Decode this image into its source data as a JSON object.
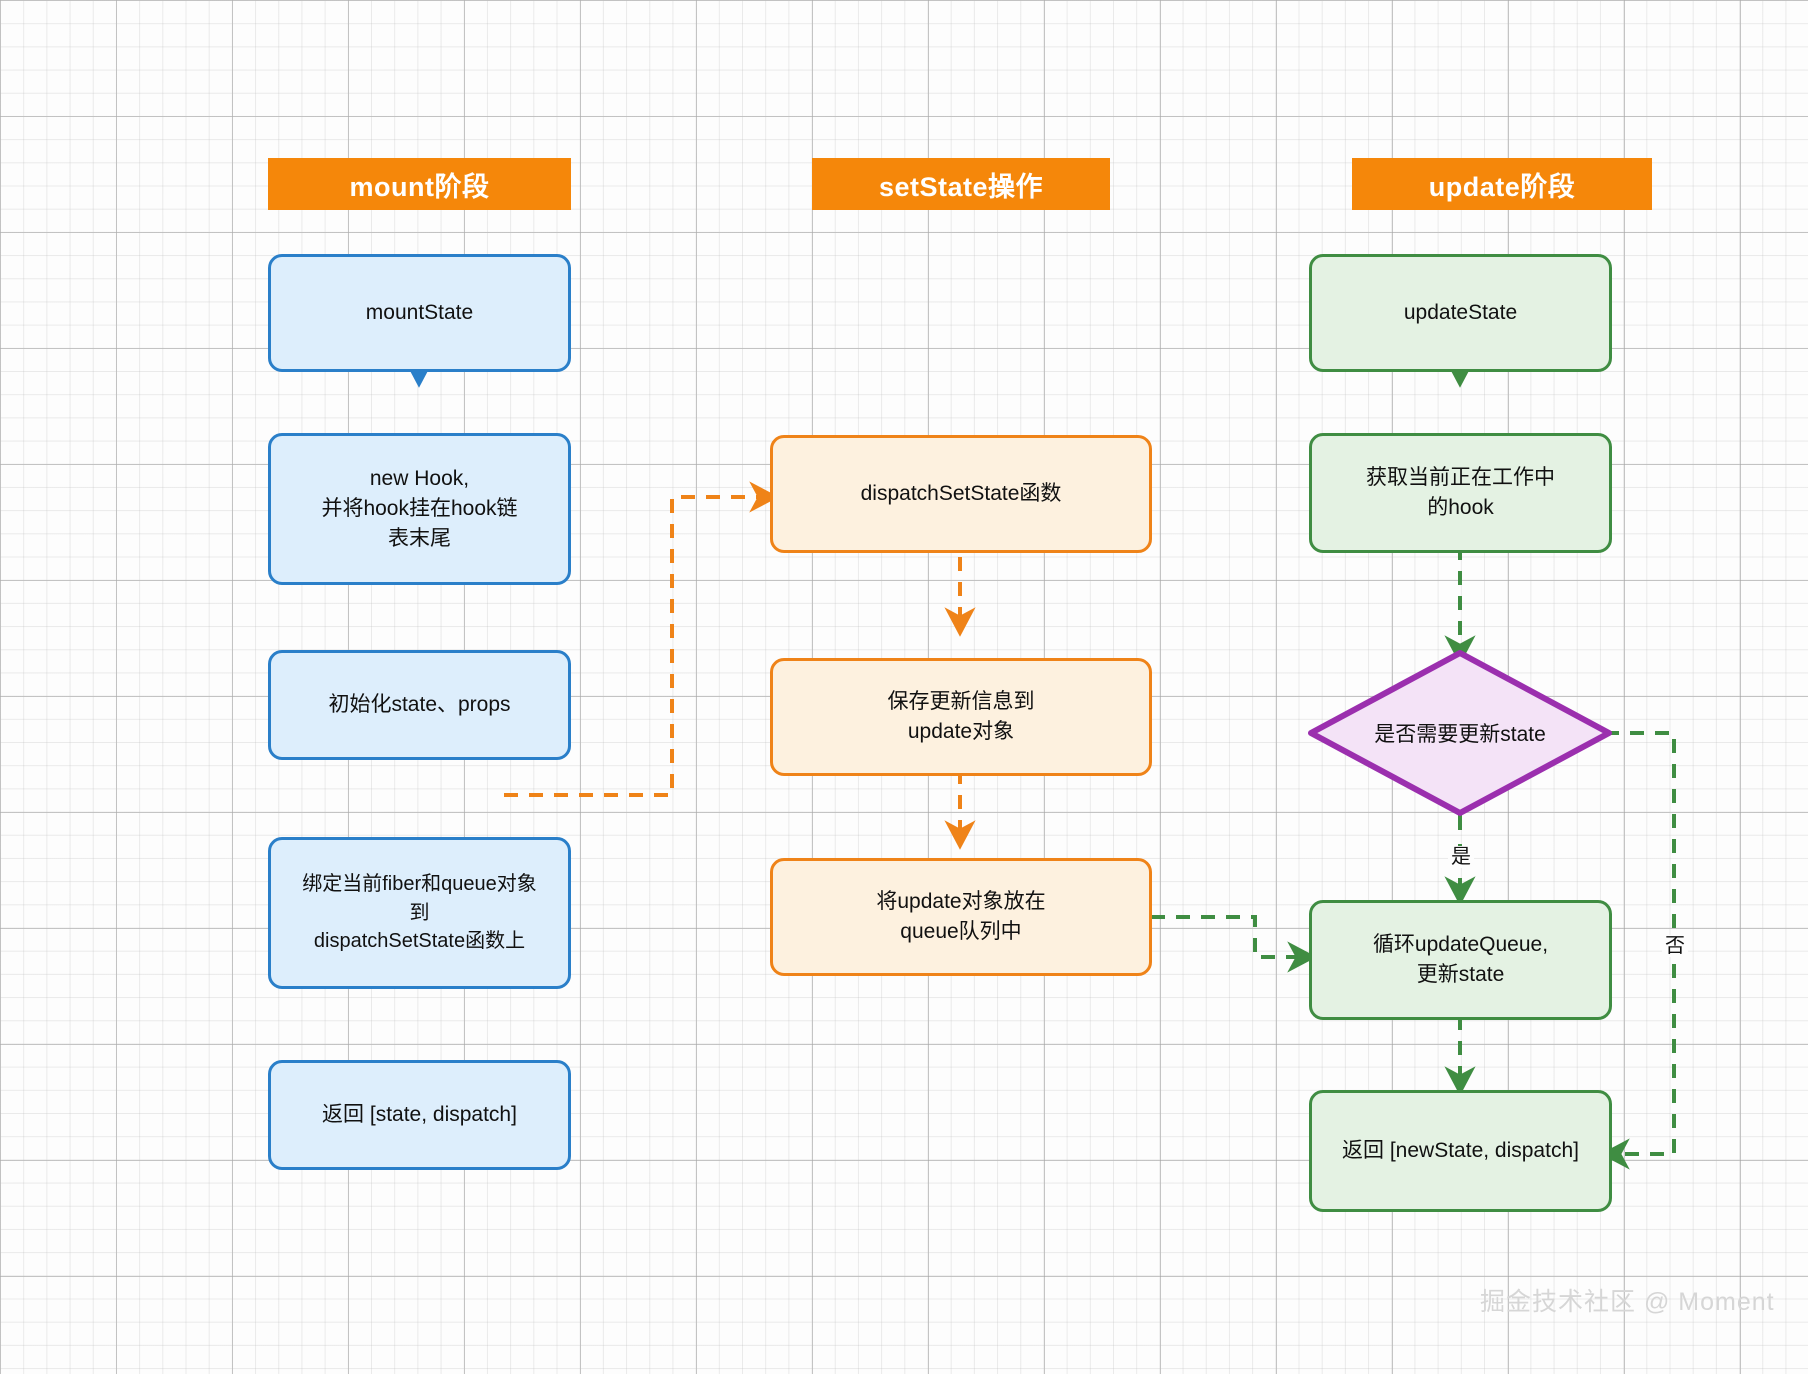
{
  "diagram": {
    "title": "React useState mount / setState / update flow",
    "background": "#fdfdfd",
    "colors": {
      "header_orange": "#f5870a",
      "blue_border": "#2a7fc9",
      "blue_fill": "#ddeefc",
      "orange_border": "#ef8318",
      "orange_fill": "#fdf1df",
      "green_border": "#3f8d42",
      "green_fill": "#e4f2e3",
      "purple_border": "#9b2fae",
      "purple_fill": "#f4e3f7",
      "text": "#111111",
      "watermark": "#d6d6d6"
    }
  },
  "columns": [
    {
      "id": "mount",
      "header": "mount阶段"
    },
    {
      "id": "setstate",
      "header": "setState操作"
    },
    {
      "id": "update",
      "header": "update阶段"
    }
  ],
  "nodes": {
    "mount": [
      {
        "id": "mount-state",
        "label": "mountState"
      },
      {
        "id": "new-hook",
        "label": "new Hook,\n并将hook挂在hook链\n表末尾"
      },
      {
        "id": "init-state-props",
        "label": "初始化state、props"
      },
      {
        "id": "bind-fiber-queue",
        "label": "绑定当前fiber和queue对象\n到\ndispatchSetState函数上"
      },
      {
        "id": "return-state",
        "label": "返回 [state, dispatch]"
      }
    ],
    "setstate": [
      {
        "id": "dispatch-setstate",
        "label": "dispatchSetState函数"
      },
      {
        "id": "save-update-info",
        "label": "保存更新信息到\nupdate对象"
      },
      {
        "id": "put-update-queue",
        "label": "将update对象放在\nqueue队列中"
      }
    ],
    "update": [
      {
        "id": "update-state",
        "label": "updateState"
      },
      {
        "id": "get-working-hook",
        "label": "获取当前正在工作中\n的hook"
      },
      {
        "id": "need-update-state",
        "label": "是否需要更新state",
        "shape": "diamond"
      },
      {
        "id": "loop-update-queue",
        "label": "循环updateQueue,\n更新state"
      },
      {
        "id": "return-newstate",
        "label": "返回 [newState, dispatch]"
      }
    ]
  },
  "edge_labels": [
    {
      "id": "yes-branch",
      "label": "是"
    },
    {
      "id": "no-branch",
      "label": "否"
    }
  ],
  "watermark": {
    "text": "掘金技术社区 @ Moment"
  }
}
